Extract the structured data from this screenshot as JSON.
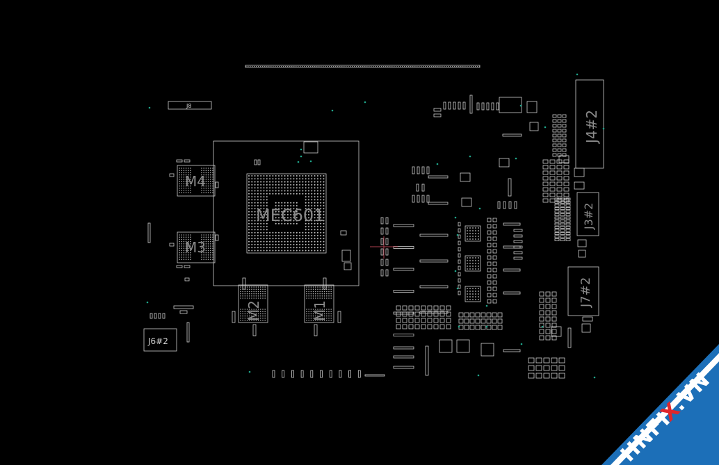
{
  "board": {
    "background": "#000000",
    "outline_color": "#cfcfcf",
    "testpoint_color": "#1fa58a"
  },
  "components": {
    "gpu": "MEC601",
    "mem_1": "M1",
    "mem_2": "M2",
    "mem_3": "M3",
    "mem_4": "M4",
    "j4": "J4#2",
    "j3": "J3#2",
    "j7": "J7#2",
    "j6": "J6#2",
    "j8": "J8"
  },
  "watermark": {
    "text_a": "HNFI",
    "text_x": "X",
    "text_b": ".VN",
    "band_color": "#1c6fb8",
    "x_color": "#e0262b"
  }
}
